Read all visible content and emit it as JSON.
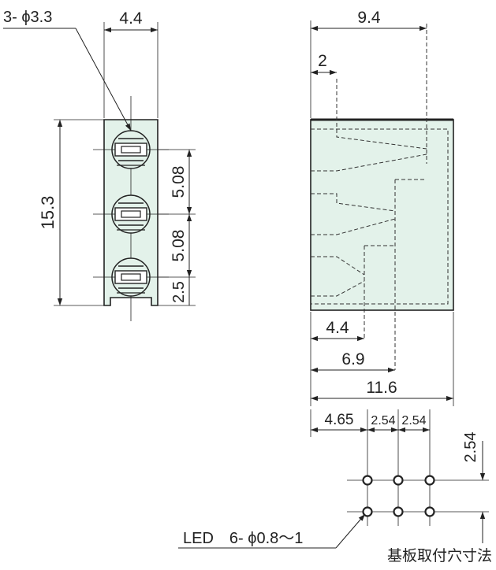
{
  "front_view": {
    "hole_spec": "3- ϕ3.3",
    "width": "4.4",
    "height": "15.3",
    "pitch_1": "5.08",
    "pitch_2": "5.08",
    "bottom": "2.5"
  },
  "side_view": {
    "width_top": "9.4",
    "offset_top": "2",
    "dim_1": "4.4",
    "dim_2": "6.9",
    "dim_3": "11.6"
  },
  "pcb_layout": {
    "offset": "4.65",
    "pitch_x1": "2.54",
    "pitch_x2": "2.54",
    "pitch_y": "2.54",
    "hole_spec": "LED　6- ϕ0.8～1",
    "title": "基板取付穴寸法"
  }
}
